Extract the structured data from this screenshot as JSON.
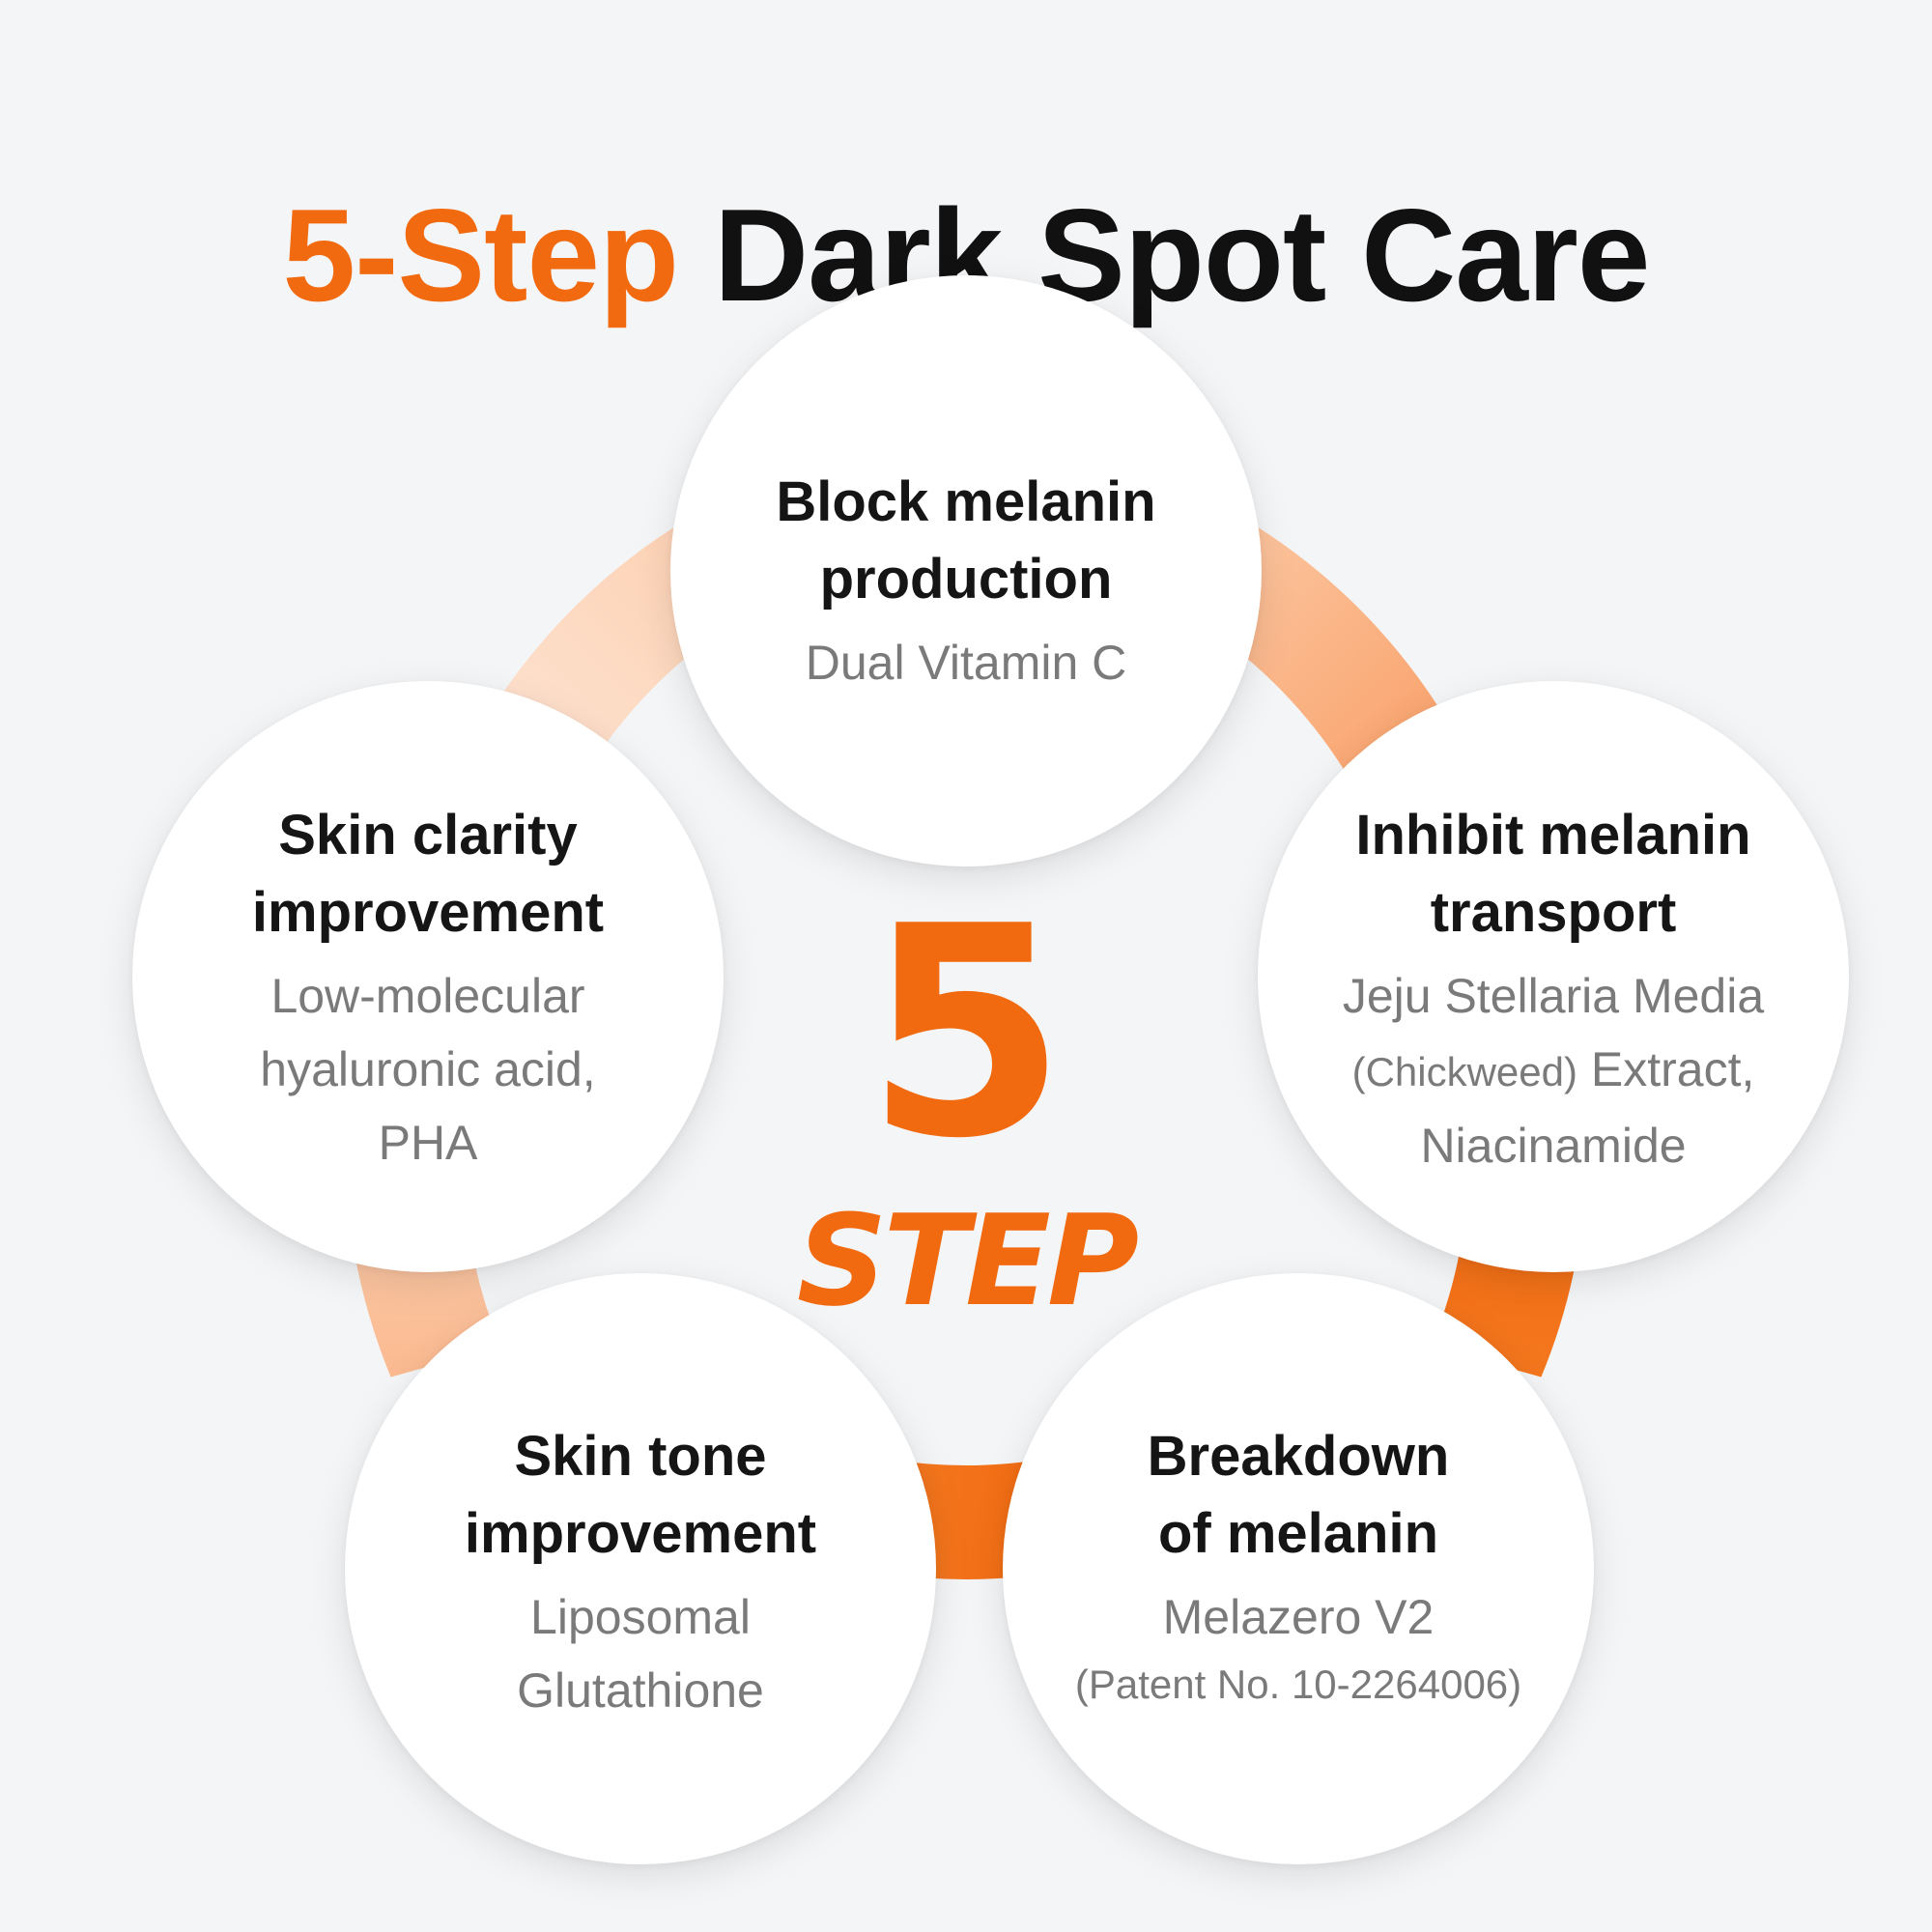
{
  "title": {
    "accent": "5-Step",
    "main": "Dark Spot Care"
  },
  "center": {
    "number": "5",
    "label": "STEP"
  },
  "colors": {
    "accent": "#f26a10",
    "background": "#f4f5f7",
    "heading": "#151515",
    "subtext": "#7a7a7a"
  },
  "steps": [
    {
      "heading_line1": "Block melanin",
      "heading_line2": "production",
      "sub_line1": "Dual Vitamin C"
    },
    {
      "heading_line1": "Inhibit melanin",
      "heading_line2": "transport",
      "sub_line1": "Jeju Stellaria Media",
      "sub_line2_small": "(Chickweed)",
      "sub_line2": "Extract,",
      "sub_line3": "Niacinamide"
    },
    {
      "heading_line1": "Breakdown",
      "heading_line2": "of melanin",
      "sub_line1": "Melazero V2",
      "note": "(Patent No. 10-2264006)"
    },
    {
      "heading_line1": "Skin tone",
      "heading_line2": "improvement",
      "sub_line1": "Liposomal",
      "sub_line2": "Glutathione"
    },
    {
      "heading_line1": "Skin clarity",
      "heading_line2": "improvement",
      "sub_line1": "Low-molecular",
      "sub_line2": "hyaluronic acid,",
      "sub_line3": "PHA"
    }
  ]
}
